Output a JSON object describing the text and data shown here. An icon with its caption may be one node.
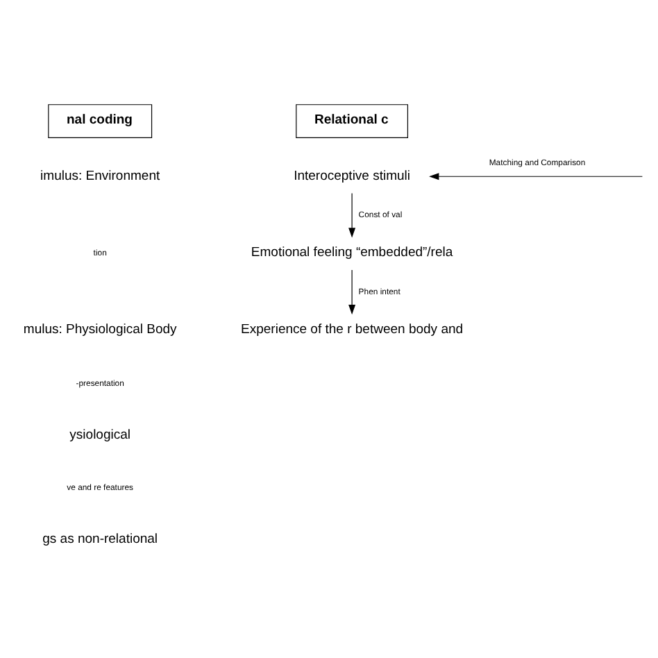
{
  "diagram": {
    "nodes": [
      {
        "text": [
          "nal coding"
        ]
      },
      {
        "text": [
          "Relational c"
        ]
      },
      {
        "text": [
          "Interoceptive stimuli"
        ]
      },
      {
        "text": [
          "Emotional feeling “embedded”/rela"
        ]
      },
      {
        "text": [
          "Experience of the r between body and"
        ]
      }
    ],
    "edges": [
      {
        "from": null,
        "to": 2,
        "arrow": "to",
        "label": "Matching and Comparison"
      },
      {
        "from": 2,
        "to": 3,
        "arrow": "to",
        "label": "Const of val"
      },
      {
        "from": 3,
        "to": 4,
        "arrow": "to",
        "label": "Phen intent"
      }
    ],
    "labels": [
      "imulus: Environment",
      "tion",
      "mulus: Physiological Body",
      "-presentation",
      "ysiological",
      "ve and re features",
      "gs as non-relational"
    ]
  }
}
